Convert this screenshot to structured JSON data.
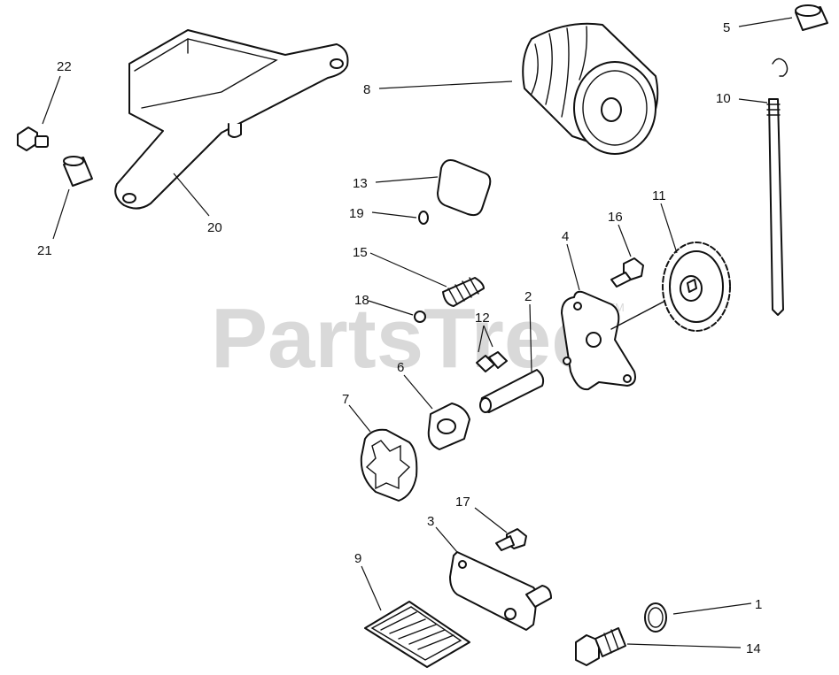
{
  "watermark": {
    "text": "PartsTree",
    "mark": "TM"
  },
  "callouts": [
    {
      "id": "c1",
      "text": "1"
    },
    {
      "id": "c2",
      "text": "2"
    },
    {
      "id": "c3",
      "text": "3"
    },
    {
      "id": "c4",
      "text": "4"
    },
    {
      "id": "c5",
      "text": "5"
    },
    {
      "id": "c6",
      "text": "6"
    },
    {
      "id": "c7",
      "text": "7"
    },
    {
      "id": "c8",
      "text": "8"
    },
    {
      "id": "c9",
      "text": "9"
    },
    {
      "id": "c10",
      "text": "10"
    },
    {
      "id": "c11",
      "text": "11"
    },
    {
      "id": "c12",
      "text": "12"
    },
    {
      "id": "c13",
      "text": "13"
    },
    {
      "id": "c14",
      "text": "14"
    },
    {
      "id": "c15",
      "text": "15"
    },
    {
      "id": "c16",
      "text": "16"
    },
    {
      "id": "c17",
      "text": "17"
    },
    {
      "id": "c18",
      "text": "18"
    },
    {
      "id": "c19",
      "text": "19"
    },
    {
      "id": "c20",
      "text": "20"
    },
    {
      "id": "c21",
      "text": "21"
    },
    {
      "id": "c22",
      "text": "22"
    }
  ]
}
